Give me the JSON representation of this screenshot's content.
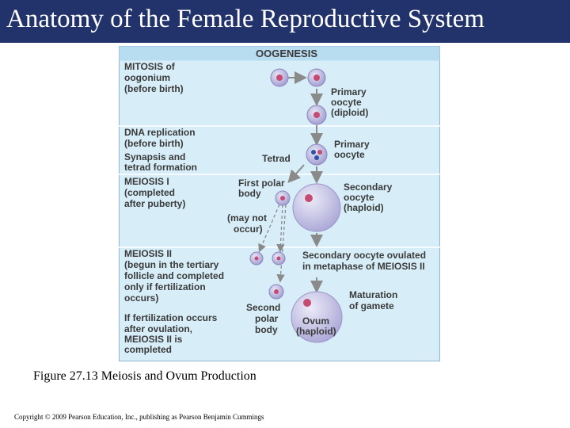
{
  "slide": {
    "title": "Anatomy of the Female Reproductive System",
    "caption": "Figure 27.13 Meiosis and Ovum Production",
    "copyright": "Copyright © 2009 Pearson Education, Inc., publishing as Pearson Benjamin Cummings"
  },
  "diagram": {
    "header": "OOGENESIS",
    "stages": {
      "mitosis": [
        "MITOSIS of",
        "oogonium",
        "(before birth)"
      ],
      "dna_replication": [
        "DNA replication",
        "(before birth)"
      ],
      "synapsis": [
        "Synapsis and",
        "tetrad formation"
      ],
      "meiosis1": [
        "MEIOSIS I",
        "(completed",
        "after puberty)"
      ],
      "meiosis2": [
        "MEIOSIS II",
        "(begun in the tertiary",
        "follicle and completed",
        "only if fertilization",
        "occurs)"
      ],
      "fertilization": [
        "If fertilization occurs",
        "after ovulation,",
        "MEIOSIS II is",
        "completed"
      ]
    },
    "cells": {
      "primary_diploid": [
        "Primary",
        "oocyte",
        "(diploid)"
      ],
      "tetrad": [
        "Tetrad"
      ],
      "primary": [
        "Primary",
        "oocyte"
      ],
      "first_polar": [
        "First polar",
        "body"
      ],
      "may_not": [
        "(may not",
        "occur)"
      ],
      "secondary": [
        "Secondary",
        "oocyte",
        "(haploid)"
      ],
      "ovulated": [
        "Secondary oocyte ovulated",
        "in metaphase of MEIOSIS II"
      ],
      "maturation": [
        "Maturation",
        "of gamete"
      ],
      "second_polar": [
        "Second",
        "polar",
        "body"
      ],
      "ovum": [
        "Ovum",
        "(haploid)"
      ]
    }
  },
  "colors": {
    "title_bar": "#22336b",
    "panel": "#d7eef8",
    "header_band": "#b9ddf0",
    "cell": "#a9a6d6",
    "large_cell": "#a9a6d6",
    "arrow": "#8a8a8a"
  }
}
